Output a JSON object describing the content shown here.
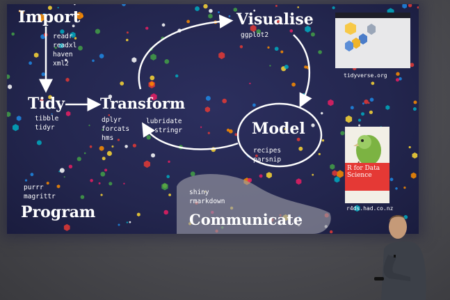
{
  "slide": {
    "stages": {
      "import": "Import",
      "tidy": "Tidy",
      "transform": "Transform",
      "visualise": "Visualise",
      "model": "Model",
      "communicate": "Communicate",
      "program": "Program"
    },
    "packages": {
      "import": [
        "readr",
        "readxl",
        "haven",
        "xml2"
      ],
      "tidy": [
        "tibble",
        "tidyr"
      ],
      "transform": [
        "dplyr",
        "forcats",
        "hms"
      ],
      "visualise": [
        "ggplot2"
      ],
      "transform_back": [
        "lubridate",
        "stringr"
      ],
      "model": [
        "recipes",
        "parsnip"
      ],
      "communicate": [
        "shiny",
        "rmarkdown"
      ],
      "program": [
        "purrr",
        "magrittr"
      ]
    },
    "captions": {
      "website": "tidyverse.org",
      "book_url": "r4ds.had.co.nz"
    },
    "book": {
      "title": "R for Data Science"
    },
    "colors": {
      "background": "#23264e",
      "text": "#ffffff",
      "dots": [
        "#e53935",
        "#fdd835",
        "#43a047",
        "#1e88e5",
        "#ffffff",
        "#e91e63",
        "#00acc1",
        "#fb8c00"
      ]
    }
  }
}
